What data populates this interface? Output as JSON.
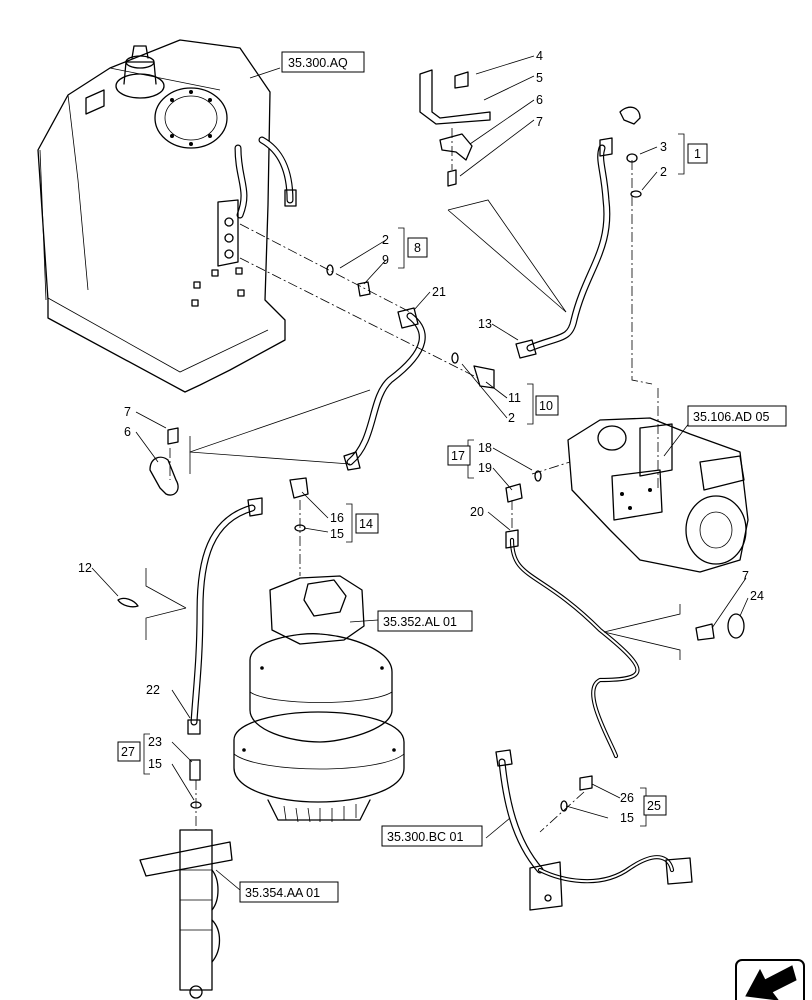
{
  "refs": {
    "tank": "35.300.AQ",
    "pump": "35.106.AD 05",
    "swing_motor": "35.352.AL 01",
    "joint": "35.354.AA 01",
    "pipe": "35.300.BC 01"
  },
  "numbers": {
    "n1": "1",
    "n2a": "2",
    "n2b": "2",
    "n2c": "2",
    "n3": "3",
    "n4": "4",
    "n5": "5",
    "n6a": "6",
    "n6b": "6",
    "n7a": "7",
    "n7b": "7",
    "n7c": "7",
    "n8": "8",
    "n9": "9",
    "n10": "10",
    "n11": "11",
    "n12": "12",
    "n13": "13",
    "n14": "14",
    "n15a": "15",
    "n15b": "15",
    "n15c": "15",
    "n16": "16",
    "n17": "17",
    "n18": "18",
    "n19": "19",
    "n20": "20",
    "n21": "21",
    "n22": "22",
    "n23": "23",
    "n24": "24",
    "n25": "25",
    "n26": "26",
    "n27": "27"
  },
  "icons": {
    "nav": "next-page-arrow-icon"
  }
}
